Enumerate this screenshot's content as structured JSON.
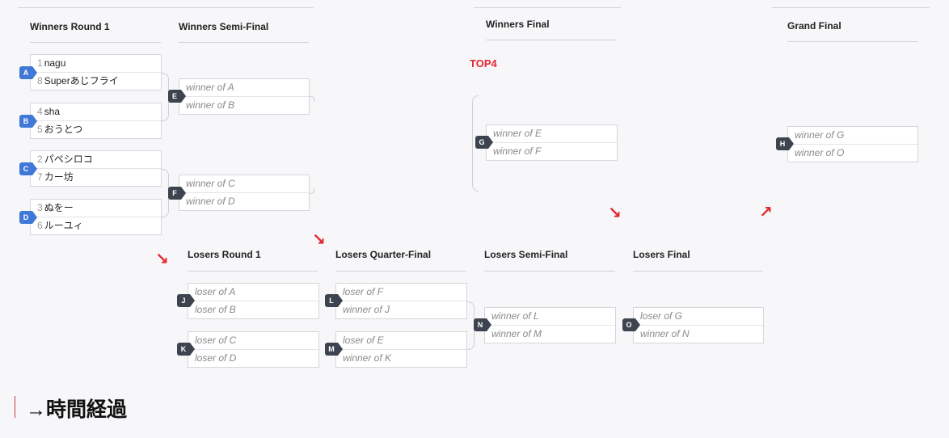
{
  "headers": {
    "wr1": "Winners Round 1",
    "wsf": "Winners Semi-Final",
    "wf": "Winners Final",
    "gf": "Grand Final",
    "lr1": "Losers Round 1",
    "lqf": "Losers Quarter-Final",
    "lsf": "Losers Semi-Final",
    "lf": "Losers Final"
  },
  "top4": "TOP4",
  "bottom_title": "→時間経過",
  "matches": {
    "A": {
      "tag": "A",
      "p1_seed": "1",
      "p1": "nagu",
      "p2_seed": "8",
      "p2": "Superあじフライ"
    },
    "B": {
      "tag": "B",
      "p1_seed": "4",
      "p1": "sha",
      "p2_seed": "5",
      "p2": "おうとつ"
    },
    "C": {
      "tag": "C",
      "p1_seed": "2",
      "p1": "パペシロコ",
      "p2_seed": "7",
      "p2": "カー坊"
    },
    "D": {
      "tag": "D",
      "p1_seed": "3",
      "p1": "ぬをー",
      "p2_seed": "6",
      "p2": "ルーユィ"
    },
    "E": {
      "tag": "E",
      "p1": "winner of A",
      "p2": "winner of B"
    },
    "F": {
      "tag": "F",
      "p1": "winner of C",
      "p2": "winner of D"
    },
    "G": {
      "tag": "G",
      "p1": "winner of E",
      "p2": "winner of F"
    },
    "H": {
      "tag": "H",
      "p1": "winner of G",
      "p2": "winner of O"
    },
    "J": {
      "tag": "J",
      "p1": "loser of A",
      "p2": "loser of B"
    },
    "K": {
      "tag": "K",
      "p1": "loser of C",
      "p2": "loser of D"
    },
    "L": {
      "tag": "L",
      "p1": "loser of F",
      "p2": "winner of J"
    },
    "M": {
      "tag": "M",
      "p1": "loser of E",
      "p2": "winner of K"
    },
    "N": {
      "tag": "N",
      "p1": "winner of L",
      "p2": "winner of M"
    },
    "O": {
      "tag": "O",
      "p1": "loser of G",
      "p2": "winner of N"
    }
  },
  "colors": {
    "accent_red": "#e0282e",
    "seed_tag_blue": "#3f78d6",
    "match_tag_dark": "#3d4450"
  }
}
